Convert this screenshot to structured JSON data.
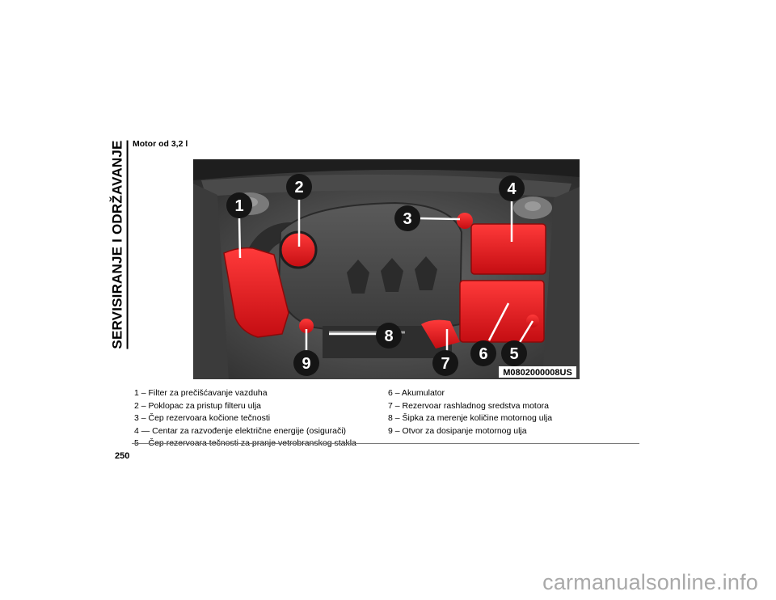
{
  "side_title": "SERVISIRANJE I ODRŽAVANJE",
  "section_title": "Motor od 3,2 l",
  "figure": {
    "code": "M0802000008US",
    "callouts": [
      "1",
      "2",
      "3",
      "4",
      "5",
      "6",
      "7",
      "8",
      "9"
    ],
    "highlight_color": "#e8141c"
  },
  "legend_left": [
    "1 – Filter za prečišćavanje vazduha",
    "2 – Poklopac za pristup filteru ulja",
    "3 – Čep rezervoara kočione tečnosti",
    "4 — Centar za razvođenje električne energije (osigurači)",
    "5 – Čep rezervoara tečnosti za pranje vetrobranskog stakla"
  ],
  "legend_right": [
    "6 – Akumulator",
    "7 – Rezervoar rashladnog sredstva motora",
    "8 – Šipka za merenje količine motornog ulja",
    "9 – Otvor za dosipanje motornog ulja"
  ],
  "page_number": "250",
  "watermark": "carmanualsonline.info"
}
